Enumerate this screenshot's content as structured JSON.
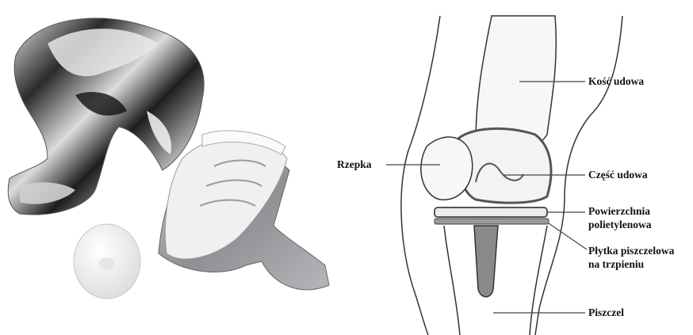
{
  "colors": {
    "background": "#ffffff",
    "metal_dark": "#2b2b2b",
    "metal_light": "#f2f2f2",
    "metal_mid": "#8e9094",
    "poly_white": "#f4f4f4",
    "bone_fill": "#f7f7f7",
    "outline": "#333333",
    "leader_line": "#444444",
    "label_text": "#111111"
  },
  "photo": {
    "components": [
      "femoral-component",
      "tibial-tray-with-stem",
      "polyethylene-insert",
      "patellar-button"
    ]
  },
  "diagram": {
    "labels": {
      "femur": "Kość udowa",
      "patella": "Rzepka",
      "femoral_part": "Część udowa",
      "poly_line1": "Powierzchnia",
      "poly_line2": "polietylenowa",
      "tray_line1": "Płytka piszczelowa",
      "tray_line2": "na trzpieniu",
      "tibia": "Piszczel"
    }
  }
}
